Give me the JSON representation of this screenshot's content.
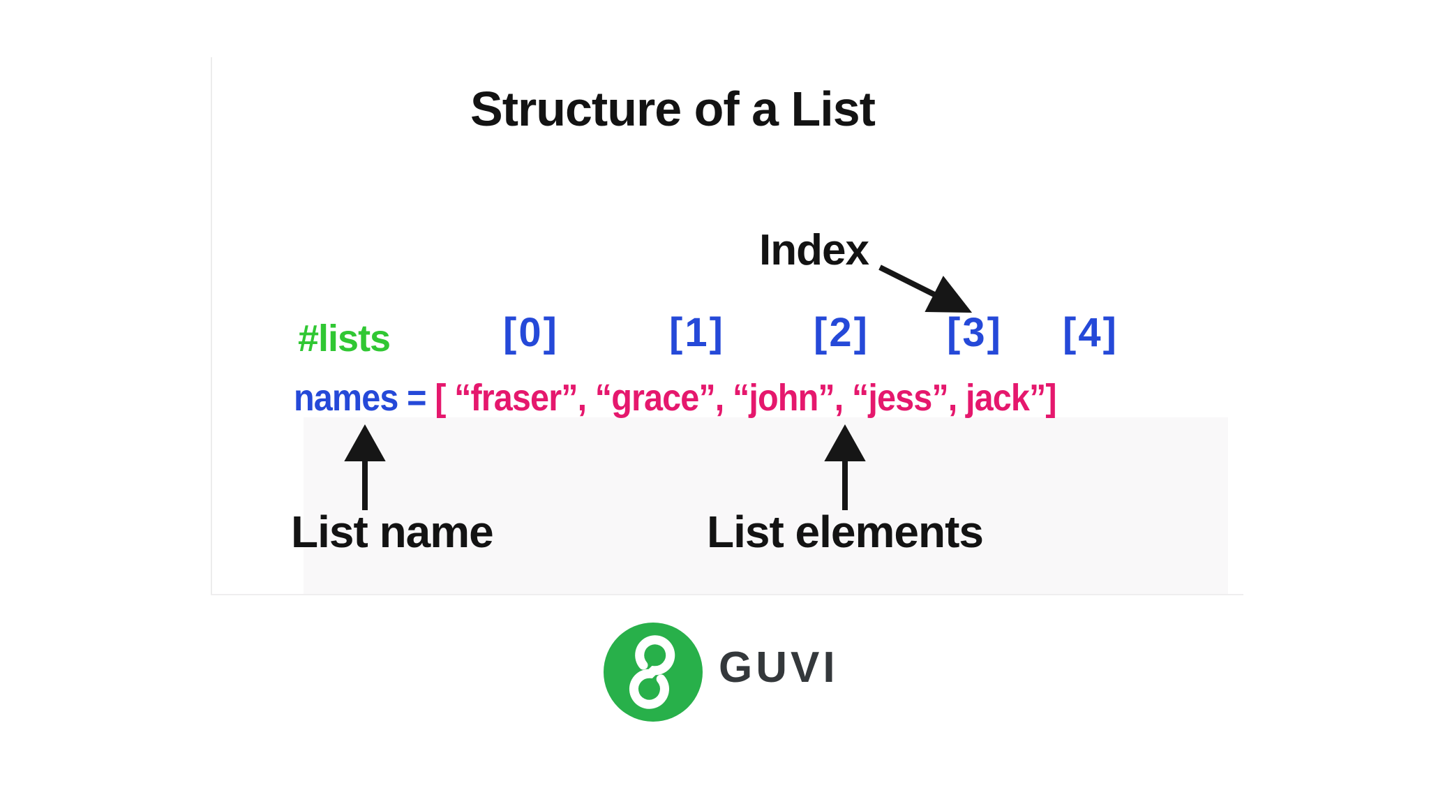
{
  "title": "Structure of a List",
  "diagram": {
    "index_label": "Index",
    "variable_comment": "#lists",
    "indices": [
      "[0]",
      "[1]",
      "[2]",
      "[3]",
      "[4]"
    ],
    "list_name": "names",
    "equals": "=",
    "list_value": "[ “fraser”, “grace”, “john”, “jess”, jack”]",
    "list_name_label": "List name",
    "list_elements_label": "List elements"
  },
  "branding": {
    "logo_text": "GUVI",
    "logo_icon": "guvi-g-icon"
  },
  "colors": {
    "ink": "#131313",
    "green": "#30c733",
    "blue": "#2549d8",
    "pink": "#e5186d",
    "logo_green": "#28b04a",
    "logo_ink": "#34383b"
  }
}
